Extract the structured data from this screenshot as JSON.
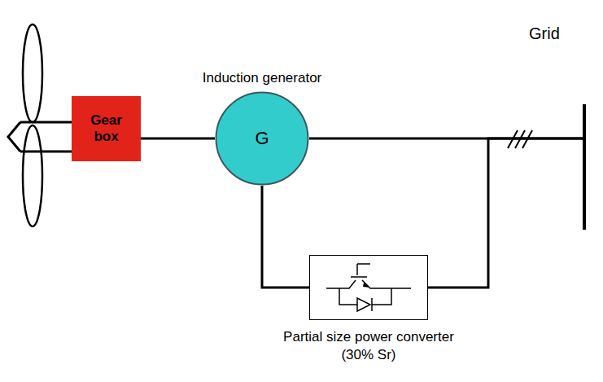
{
  "diagram": {
    "nodes": [
      {
        "text": [
          "Gear box"
        ]
      },
      {
        "text": [
          "Induction generator",
          "G"
        ]
      },
      {
        "text": [
          "Partial size power converter (30% Sr)"
        ]
      },
      {
        "text": [
          "Grid"
        ]
      }
    ],
    "edges": [
      {
        "from": 0,
        "to": 1,
        "arrow": "none"
      },
      {
        "from": 1,
        "to": 3,
        "arrow": "none"
      },
      {
        "from": 1,
        "to": 2,
        "arrow": "none"
      },
      {
        "from": 2,
        "to": 3,
        "arrow": "none"
      }
    ]
  }
}
